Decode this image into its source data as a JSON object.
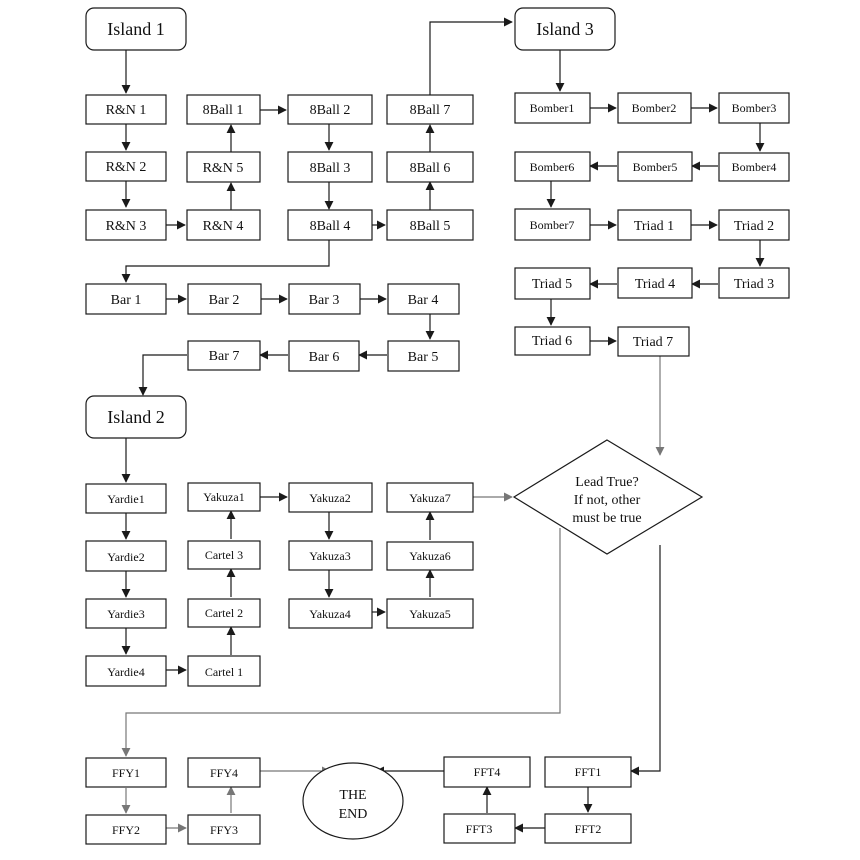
{
  "nodes": {
    "island1": "Island 1",
    "island2": "Island 2",
    "island3": "Island 3",
    "rn1": "R&N 1",
    "rn2": "R&N 2",
    "rn3": "R&N 3",
    "rn4": "R&N 4",
    "rn5": "R&N 5",
    "b8_1": "8Ball 1",
    "b8_2": "8Ball 2",
    "b8_3": "8Ball 3",
    "b8_4": "8Ball 4",
    "b8_5": "8Ball 5",
    "b8_6": "8Ball 6",
    "b8_7": "8Ball 7",
    "bar1": "Bar 1",
    "bar2": "Bar 2",
    "bar3": "Bar 3",
    "bar4": "Bar 4",
    "bar5": "Bar 5",
    "bar6": "Bar 6",
    "bar7": "Bar 7",
    "bomber1": "Bomber1",
    "bomber2": "Bomber2",
    "bomber3": "Bomber3",
    "bomber4": "Bomber4",
    "bomber5": "Bomber5",
    "bomber6": "Bomber6",
    "bomber7": "Bomber7",
    "triad1": "Triad 1",
    "triad2": "Triad 2",
    "triad3": "Triad 3",
    "triad4": "Triad 4",
    "triad5": "Triad 5",
    "triad6": "Triad 6",
    "triad7": "Triad 7",
    "yardie1": "Yardie1",
    "yardie2": "Yardie2",
    "yardie3": "Yardie3",
    "yardie4": "Yardie4",
    "cartel1": "Cartel 1",
    "cartel2": "Cartel 2",
    "cartel3": "Cartel 3",
    "yakuza1": "Yakuza1",
    "yakuza2": "Yakuza2",
    "yakuza3": "Yakuza3",
    "yakuza4": "Yakuza4",
    "yakuza5": "Yakuza5",
    "yakuza6": "Yakuza6",
    "yakuza7": "Yakuza7",
    "decision": [
      "Lead True?",
      "If not, other",
      "must be true"
    ],
    "ffy1": "FFY1",
    "ffy2": "FFY2",
    "ffy3": "FFY3",
    "ffy4": "FFY4",
    "fft1": "FFT1",
    "fft2": "FFT2",
    "fft3": "FFT3",
    "fft4": "FFT4",
    "end": [
      "THE",
      "END"
    ]
  }
}
